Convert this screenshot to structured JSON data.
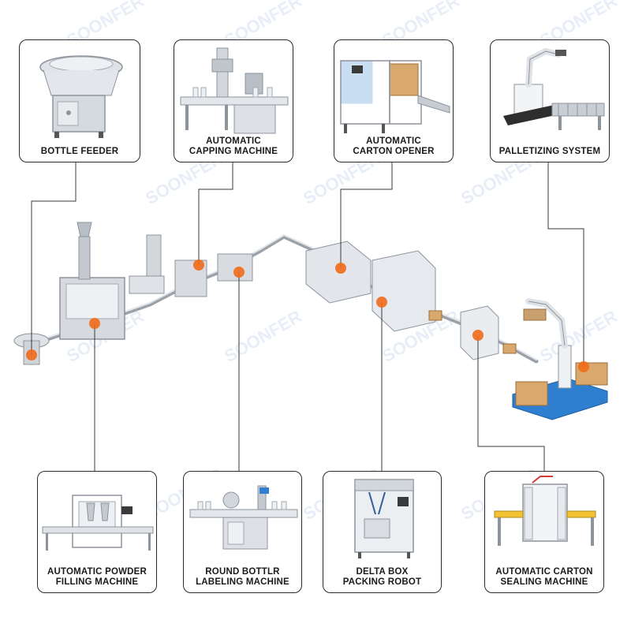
{
  "colors": {
    "line": "#3a3a3a",
    "marker": "#f26a1b",
    "steel": "#c9ced4",
    "steel_dark": "#8d949c",
    "box": "#d9a86c",
    "pallet": "#2f7fd1",
    "watermark": "#e7eef7"
  },
  "watermark": {
    "text": "SOONFER"
  },
  "machines": [
    {
      "id": "bottle-feeder",
      "label": "BOTTLE FEEDER",
      "icon": "rotary-table-icon"
    },
    {
      "id": "capping",
      "label": "AUTOMATIC\nCAPPING MACHINE",
      "icon": "capping-machine-icon"
    },
    {
      "id": "carton-opener",
      "label": "AUTOMATIC\nCARTON OPENER",
      "icon": "carton-opener-icon"
    },
    {
      "id": "palletizing",
      "label": "PALLETIZING SYSTEM",
      "icon": "robot-arm-icon"
    },
    {
      "id": "powder-filling",
      "label": "AUTOMATIC POWDER\nFILLING MACHINE",
      "icon": "filling-machine-icon"
    },
    {
      "id": "labeling",
      "label": "ROUND BOTTLR\nLABELING MACHINE",
      "icon": "labeling-machine-icon"
    },
    {
      "id": "delta-robot",
      "label": "DELTA BOX\nPACKING ROBOT",
      "icon": "delta-robot-icon"
    },
    {
      "id": "carton-sealing",
      "label": "AUTOMATIC CARTON\nSEALING MACHINE",
      "icon": "carton-sealer-icon"
    }
  ]
}
